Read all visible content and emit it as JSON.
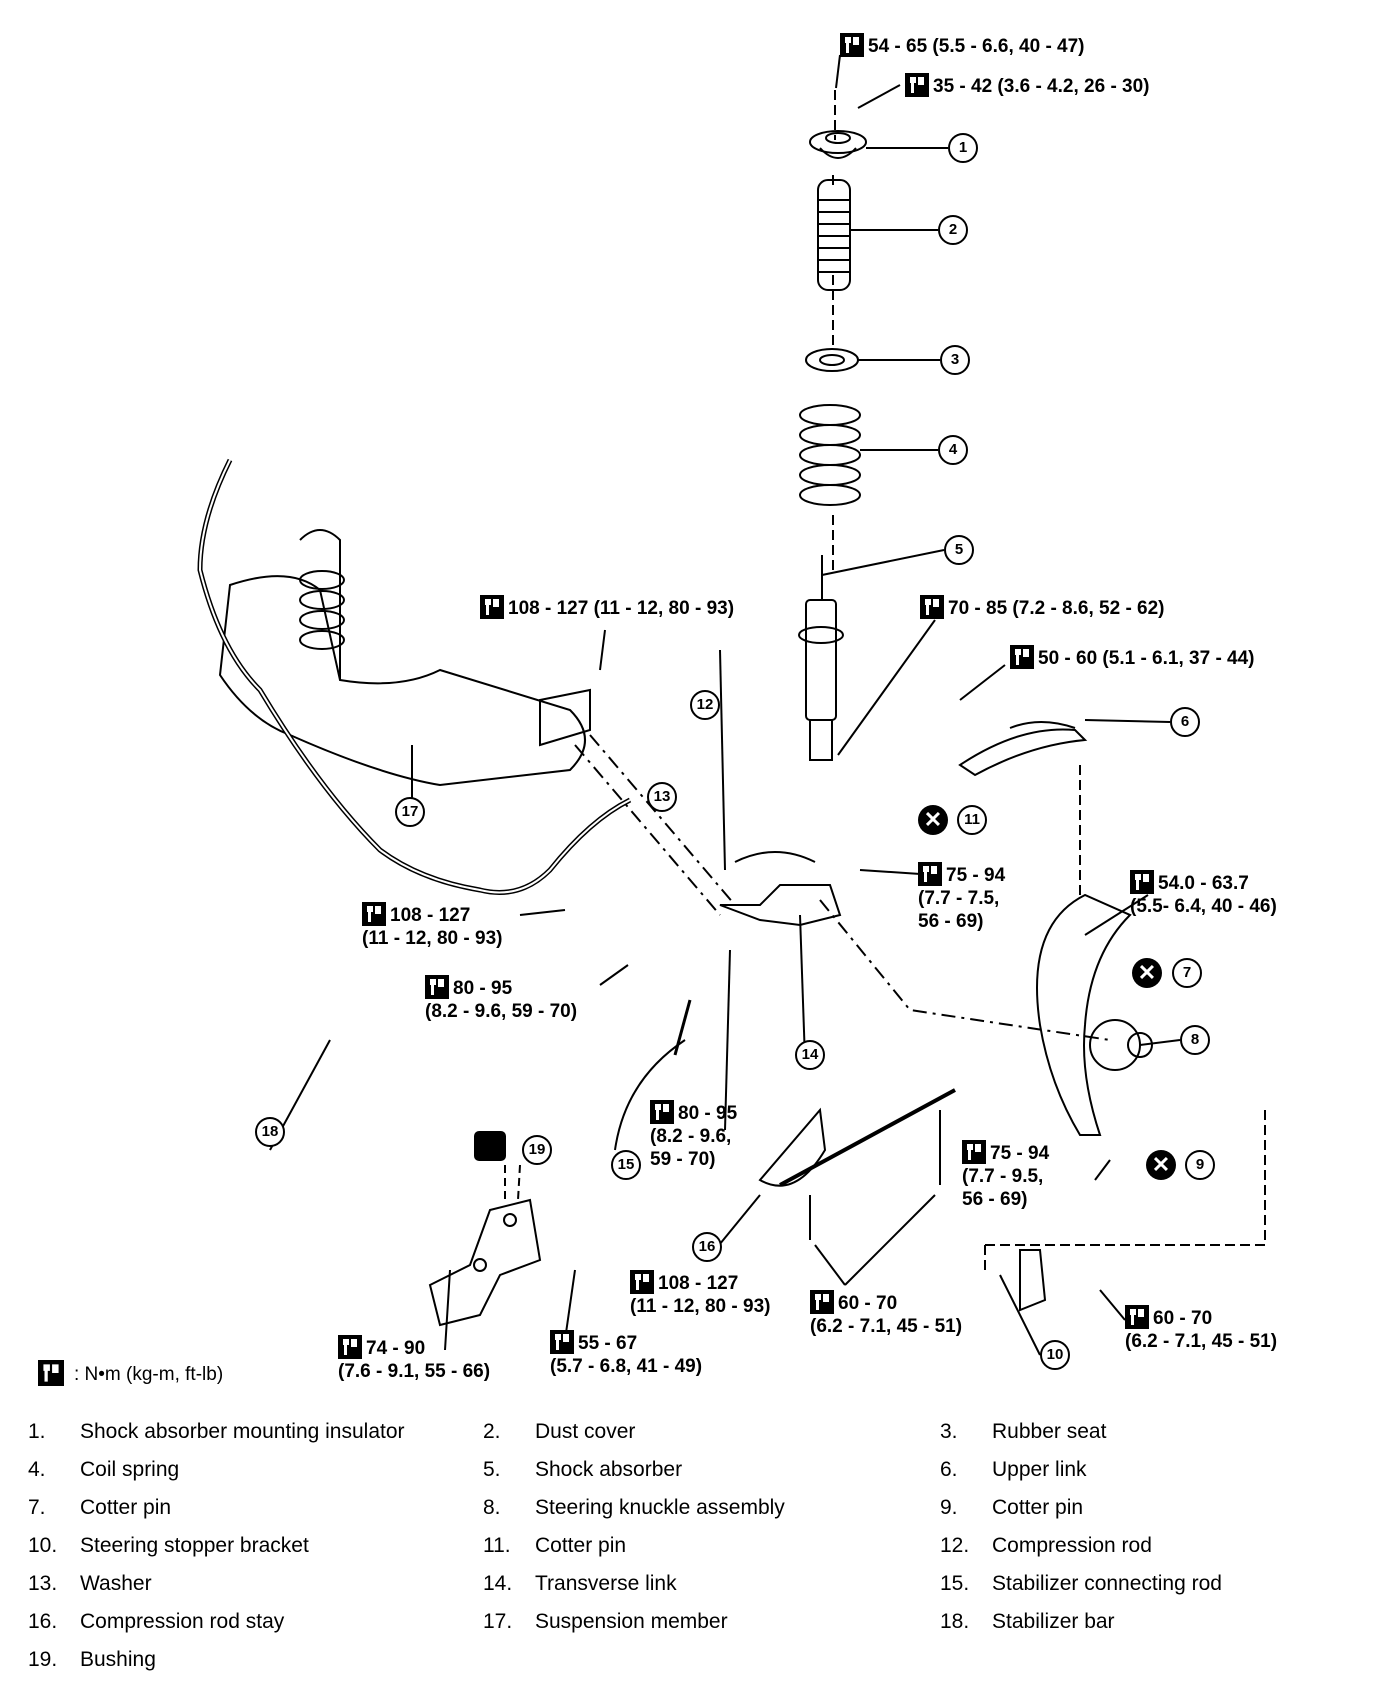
{
  "callouts": [
    "1",
    "2",
    "3",
    "4",
    "5",
    "6",
    "7",
    "8",
    "9",
    "10",
    "11",
    "12",
    "13",
    "14",
    "15",
    "16",
    "17",
    "18",
    "19"
  ],
  "torques": [
    {
      "id": "t1",
      "text": "54 - 65 (5.5 - 6.6, 40 - 47)"
    },
    {
      "id": "t2",
      "text": "35 - 42 (3.6 - 4.2, 26 - 30)"
    },
    {
      "id": "t3",
      "text": "108 - 127 (11 - 12, 80 - 93)"
    },
    {
      "id": "t4",
      "text": "70 - 85 (7.2 - 8.6, 52 - 62)"
    },
    {
      "id": "t5",
      "text": "50 - 60 (5.1 - 6.1, 37 - 44)"
    },
    {
      "id": "t6",
      "text": "75 - 94\n(7.7 - 7.5,\n56 - 69)"
    },
    {
      "id": "t7",
      "text": "54.0 - 63.7\n(5.5- 6.4, 40 - 46)"
    },
    {
      "id": "t8",
      "text": "108 - 127\n(11 - 12, 80 - 93)"
    },
    {
      "id": "t9",
      "text": "80 - 95\n(8.2 - 9.6, 59 - 70)"
    },
    {
      "id": "t10",
      "text": "80 - 95\n(8.2 - 9.6,\n59 - 70)"
    },
    {
      "id": "t11",
      "text": "75 - 94\n(7.7 - 9.5,\n56 - 69)"
    },
    {
      "id": "t12",
      "text": "108 - 127\n(11 - 12, 80 - 93)"
    },
    {
      "id": "t13",
      "text": "60 - 70\n(6.2 - 7.1, 45 - 51)"
    },
    {
      "id": "t14",
      "text": "60 - 70\n(6.2 - 7.1, 45 - 51)"
    },
    {
      "id": "t15",
      "text": "74 - 90\n(7.6 - 9.1, 55 - 66)"
    },
    {
      "id": "t16",
      "text": "55 - 67\n(5.7 - 6.8, 41 - 49)"
    }
  ],
  "unit_legend": ": N•m (kg-m, ft-lb)",
  "parts": [
    {
      "num": "1.",
      "name": "Shock absorber mounting insulator"
    },
    {
      "num": "2.",
      "name": "Dust cover"
    },
    {
      "num": "3.",
      "name": "Rubber seat"
    },
    {
      "num": "4.",
      "name": "Coil spring"
    },
    {
      "num": "5.",
      "name": "Shock absorber"
    },
    {
      "num": "6.",
      "name": "Upper link"
    },
    {
      "num": "7.",
      "name": "Cotter pin"
    },
    {
      "num": "8.",
      "name": "Steering knuckle assembly"
    },
    {
      "num": "9.",
      "name": "Cotter pin"
    },
    {
      "num": "10.",
      "name": "Steering stopper bracket"
    },
    {
      "num": "11.",
      "name": "Cotter pin"
    },
    {
      "num": "12.",
      "name": "Compression rod"
    },
    {
      "num": "13.",
      "name": "Washer"
    },
    {
      "num": "14.",
      "name": "Transverse link"
    },
    {
      "num": "15.",
      "name": "Stabilizer connecting rod"
    },
    {
      "num": "16.",
      "name": "Compression rod stay"
    },
    {
      "num": "17.",
      "name": "Suspension member"
    },
    {
      "num": "18.",
      "name": "Stabilizer bar"
    },
    {
      "num": "19.",
      "name": "Bushing"
    }
  ]
}
